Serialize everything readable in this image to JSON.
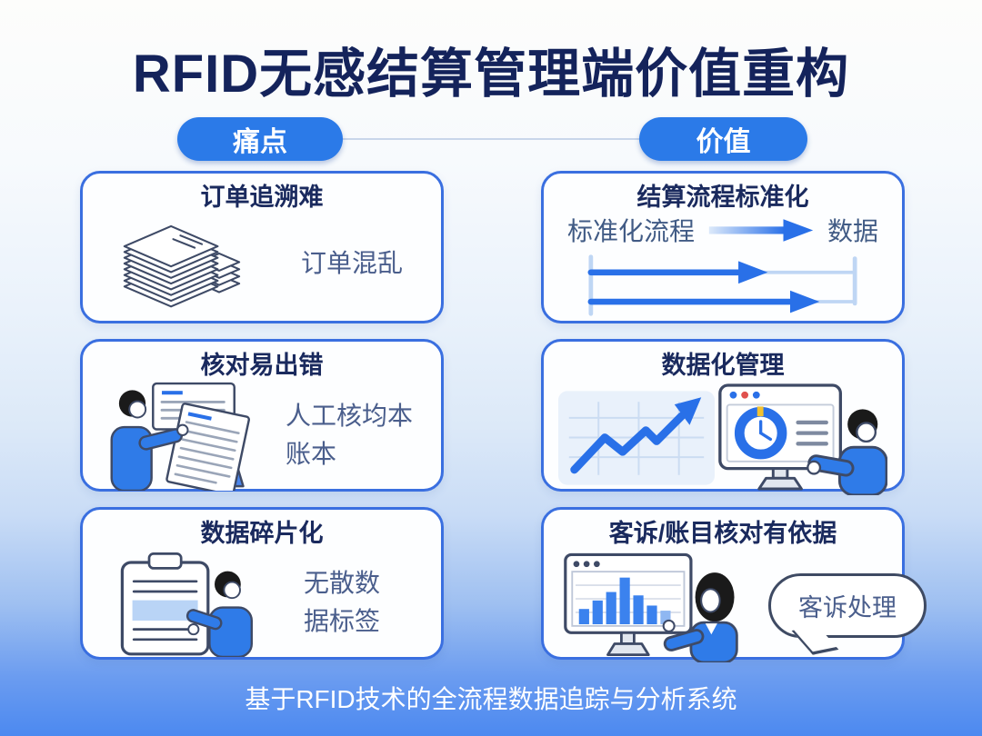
{
  "header": {
    "title": "RFID无感结算管理端价值重构",
    "left_pill": "痛点",
    "right_pill": "价值"
  },
  "pain_column": {
    "cards": [
      {
        "title": "订单追溯难",
        "icon": "paper-stack-icon",
        "caption_lines": [
          "订单混乱"
        ]
      },
      {
        "title": "核对易出错",
        "icon": "person-reviewing-documents-icon",
        "caption_line1": "人工核均本",
        "caption_line2": "账本"
      },
      {
        "title": "数据碎片化",
        "icon": "clipboard-person-icon",
        "caption_line1": "无散数",
        "caption_line2": "据标签"
      }
    ]
  },
  "value_column": {
    "cards": [
      {
        "title": "结算流程标准化",
        "icons": [
          "gradient-arrow-icon",
          "timeline-arrows-icon"
        ],
        "flow_from": "标准化流程",
        "flow_to": "数据"
      },
      {
        "title": "数据化管理",
        "icons": [
          "trend-chart-icon",
          "monitor-clock-person-icon"
        ]
      },
      {
        "title": "客诉/账目核对有依据",
        "icons": [
          "monitor-barchart-woman-icon",
          "speech-bubble"
        ],
        "bubble_label": "客诉处理"
      }
    ]
  },
  "footer": {
    "caption": "基于RFID技术的全流程数据追踪与分析系统"
  },
  "colors": {
    "accent_blue": "#2B7AE8",
    "title_navy": "#14235B",
    "card_border": "#3A6FE0",
    "caption_slate": "#4A5E8C",
    "outline_dark": "#3E4A63",
    "background_bottom": "#4C89F0",
    "clock_tick_yellow": "#F2C230",
    "browser_dot_red": "#E0514D"
  }
}
